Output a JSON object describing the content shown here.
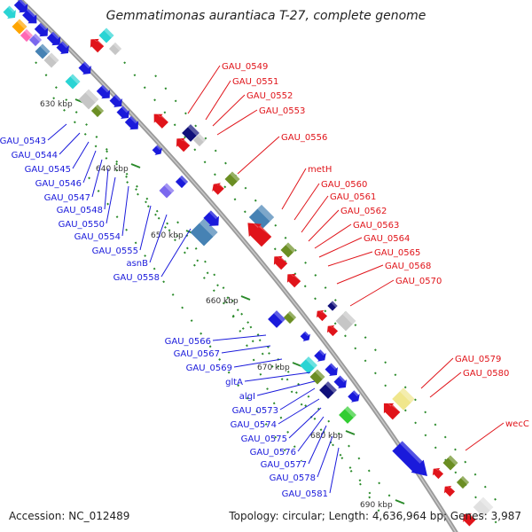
{
  "title": "Gemmatimonas aurantiaca T-27, complete genome",
  "footer": {
    "accession": "Accession: NC_012489",
    "topology": "Topology: circular; Length: 4,636,964 bp; Genes: 3,987"
  },
  "ticks": [
    "630 kbp",
    "640 kbp",
    "650 kbp",
    "660 kbp",
    "670 kbp",
    "680 kbp",
    "690 kbp"
  ],
  "colors": {
    "backbone": "#999999",
    "forward_label": "#1a1adb",
    "reverse_label": "#e0141a",
    "tick": "#2a8a2a"
  },
  "forward_labels": [
    "GAU_0543",
    "GAU_0544",
    "GAU_0545",
    "GAU_0546",
    "GAU_0547",
    "GAU_0548",
    "GAU_0550",
    "GAU_0554",
    "GAU_0555",
    "asnB",
    "GAU_0558",
    "GAU_0566",
    "GAU_0567",
    "GAU_0569",
    "gltA",
    "algI",
    "GAU_0573",
    "GAU_0574",
    "GAU_0575",
    "GAU_0576",
    "GAU_0577",
    "GAU_0578",
    "GAU_0581"
  ],
  "reverse_labels": [
    "GAU_0549",
    "GAU_0551",
    "GAU_0552",
    "GAU_0553",
    "GAU_0556",
    "metH",
    "GAU_0560",
    "GAU_0561",
    "GAU_0562",
    "GAU_0563",
    "GAU_0564",
    "GAU_0565",
    "GAU_0568",
    "GAU_0570",
    "GAU_0579",
    "GAU_0580",
    "wecC"
  ]
}
